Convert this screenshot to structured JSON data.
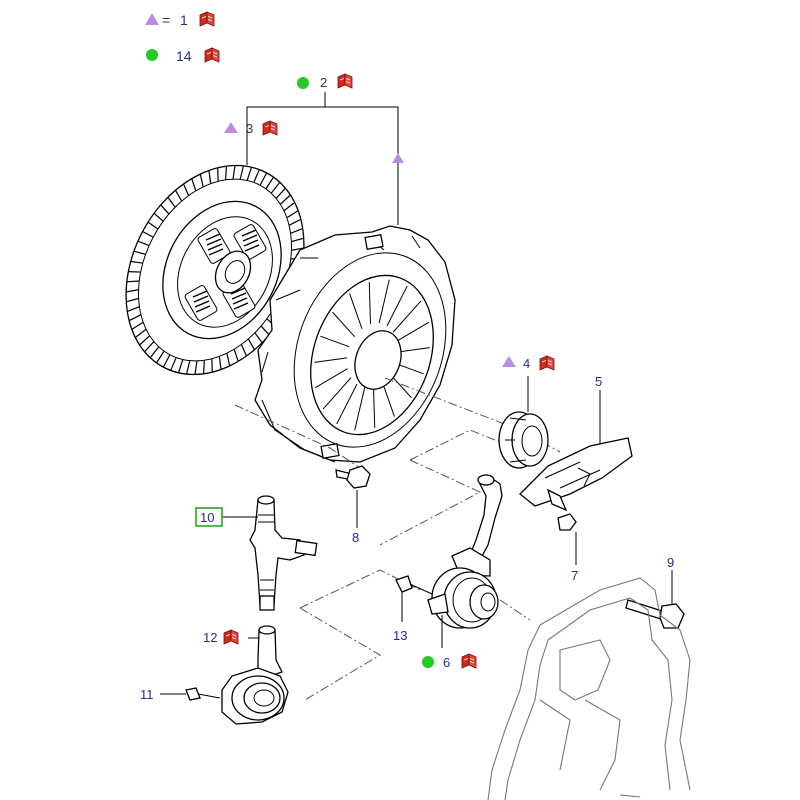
{
  "colors": {
    "callout_text": "#2a2a8c",
    "triangle_marker": "#b98ce6",
    "circle_marker": "#22cc22",
    "book_icon": "#d42a1e",
    "highlight_box": "#22aa22"
  },
  "legend": [
    {
      "marker": "purple-triangle",
      "equals": "=",
      "number": "1",
      "icon": "reference-book-icon"
    },
    {
      "marker": "green-circle",
      "number": "14",
      "icon": "reference-book-icon"
    }
  ],
  "callouts": [
    {
      "id": "2",
      "marker": "green-circle",
      "icon": "reference-book-icon"
    },
    {
      "id": "3",
      "marker": "purple-triangle",
      "icon": "reference-book-icon"
    },
    {
      "id": "4",
      "marker": "purple-triangle",
      "icon": "reference-book-icon"
    },
    {
      "id": "5"
    },
    {
      "id": "6",
      "marker": "green-circle",
      "icon": "reference-book-icon"
    },
    {
      "id": "7"
    },
    {
      "id": "8"
    },
    {
      "id": "9"
    },
    {
      "id": "10",
      "highlighted": true
    },
    {
      "id": "11"
    },
    {
      "id": "12",
      "icon": "reference-book-icon"
    },
    {
      "id": "13"
    }
  ]
}
